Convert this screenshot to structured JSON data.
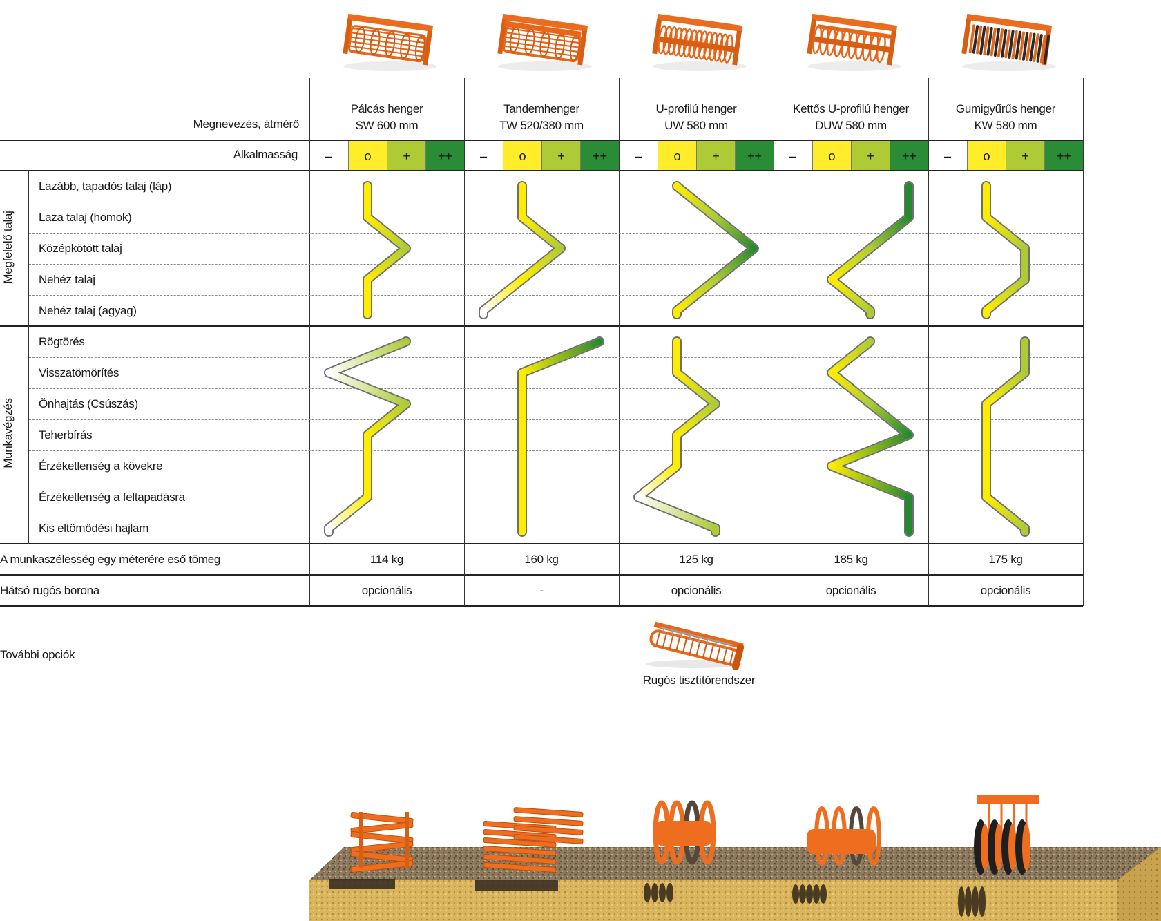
{
  "header": {
    "name_label": "Megnevezés, átmérő",
    "suitability_label": "Alkalmasság",
    "rating_scale": [
      {
        "symbol": "–",
        "color": "#ffffff"
      },
      {
        "symbol": "o",
        "color": "#ffed29"
      },
      {
        "symbol": "+",
        "color": "#aecb35"
      },
      {
        "symbol": "++",
        "color": "#2a8c34"
      }
    ]
  },
  "products": [
    {
      "name": "Pálcás henger",
      "spec": "SW 600 mm",
      "image": "bar-roller-image",
      "weight": "114 kg",
      "rear_harrow": "opcionális"
    },
    {
      "name": "Tandemhenger",
      "spec": "TW 520/380 mm",
      "image": "tandem-roller-image",
      "weight": "160 kg",
      "rear_harrow": "-"
    },
    {
      "name": "U-profilú henger",
      "spec": "UW 580 mm",
      "image": "u-profile-roller-image",
      "weight": "125 kg",
      "rear_harrow": "opcionális"
    },
    {
      "name": "Kettős U-profilú henger",
      "spec": "DUW 580 mm",
      "image": "double-u-profile-roller-image",
      "weight": "185 kg",
      "rear_harrow": "opcionális"
    },
    {
      "name": "Gumigyűrűs henger",
      "spec": "KW 580 mm",
      "image": "rubber-ring-roller-image",
      "weight": "175 kg",
      "rear_harrow": "opcionális"
    }
  ],
  "sections": [
    {
      "title": "Megfelelő talaj",
      "rows": [
        "Lazább, tapadós talaj (láp)",
        "Laza talaj (homok)",
        "Középkötött talaj",
        "Nehéz talaj",
        "Nehéz talaj (agyag)"
      ]
    },
    {
      "title": "Munkavégzés",
      "rows": [
        "Rögtörés",
        "Visszatömörítés",
        "Önhajtás (Csúszás)",
        "Teherbírás",
        "Érzéketlenség a kövekre",
        "Érzéketlenség a feltapadásra",
        "Kis eltömődési hajlam"
      ]
    }
  ],
  "chart_data": {
    "type": "line",
    "title": "Alkalmasság",
    "scale": [
      "–",
      "o",
      "+",
      "++"
    ],
    "scale_values": [
      0,
      1,
      2,
      3
    ],
    "series": [
      {
        "name": "Pálcás henger SW 600 mm",
        "soil": [
          1,
          1,
          2,
          1,
          1
        ],
        "work": [
          2,
          0,
          2,
          1,
          1,
          1,
          0
        ]
      },
      {
        "name": "Tandemhenger TW 520/380 mm",
        "soil": [
          1,
          1,
          2,
          1,
          0
        ],
        "work": [
          3,
          1,
          1,
          1,
          1,
          1,
          1
        ]
      },
      {
        "name": "U-profilú henger UW 580 mm",
        "soil": [
          1,
          2,
          3,
          2,
          1
        ],
        "work": [
          1,
          1,
          2,
          1,
          1,
          0,
          2
        ]
      },
      {
        "name": "Kettős U-profilú henger DUW 580 mm",
        "soil": [
          3,
          3,
          2,
          1,
          2
        ],
        "work": [
          2,
          1,
          2,
          3,
          1,
          3,
          3
        ]
      },
      {
        "name": "Gumigyűrűs henger KW 580 mm",
        "soil": [
          1,
          1,
          2,
          2,
          1
        ],
        "work": [
          2,
          2,
          1,
          1,
          1,
          1,
          2
        ]
      }
    ]
  },
  "rows_extra": {
    "weight_label": "A munkaszélesség egy méterére eső tömeg",
    "rear_harrow_label": "Hátsó rugós borona"
  },
  "options": {
    "label": "További opciók",
    "items": [
      {
        "name": "Rugós tisztítórendszer",
        "image": "spring-cleaning-system-image"
      }
    ]
  },
  "illustration": {
    "name": "soil-cross-section-illustration"
  }
}
